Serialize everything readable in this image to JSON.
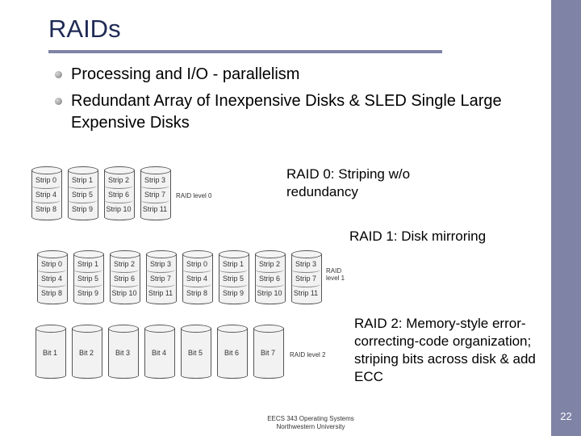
{
  "slide": {
    "title": "RAIDs",
    "number": "22",
    "accent_color": "#7f83a6",
    "title_color": "#1f2a55"
  },
  "bullets": [
    "Processing and I/O - parallelism",
    "Redundant Array of Inexpensive Disks & SLED  Single Large Expensive Disks"
  ],
  "captions": {
    "raid0": "RAID 0: Striping w/o redundancy",
    "raid1": "RAID 1: Disk mirroring",
    "raid2": "RAID 2: Memory-style error-correcting-code organization; striping bits across disk & add ECC"
  },
  "figure": {
    "raid0": {
      "label": "RAID level 0",
      "disks": [
        [
          "Strip 0",
          "Strip 4",
          "Strip 8"
        ],
        [
          "Strip 1",
          "Strip 5",
          "Strip 9"
        ],
        [
          "Strip 2",
          "Strip 6",
          "Strip 10"
        ],
        [
          "Strip 3",
          "Strip 7",
          "Strip 11"
        ]
      ]
    },
    "raid1": {
      "label_line1": "RAID",
      "label_line2": "level 1",
      "disks": [
        [
          "Strip 0",
          "Strip 4",
          "Strip 8"
        ],
        [
          "Strip 1",
          "Strip 5",
          "Strip 9"
        ],
        [
          "Strip 2",
          "Strip 6",
          "Strip 10"
        ],
        [
          "Strip 3",
          "Strip 7",
          "Strip 11"
        ],
        [
          "Strip 0",
          "Strip 4",
          "Strip 8"
        ],
        [
          "Strip 1",
          "Strip 5",
          "Strip 9"
        ],
        [
          "Strip 2",
          "Strip 6",
          "Strip 10"
        ],
        [
          "Strip 3",
          "Strip 7",
          "Strip 11"
        ]
      ]
    },
    "raid2": {
      "label": "RAID level 2",
      "disks": [
        "Bit 1",
        "Bit 2",
        "Bit 3",
        "Bit 4",
        "Bit 5",
        "Bit 6",
        "Bit 7"
      ]
    }
  },
  "footer": {
    "line1": "EECS 343 Operating Systems",
    "line2": "Northwestern University"
  }
}
